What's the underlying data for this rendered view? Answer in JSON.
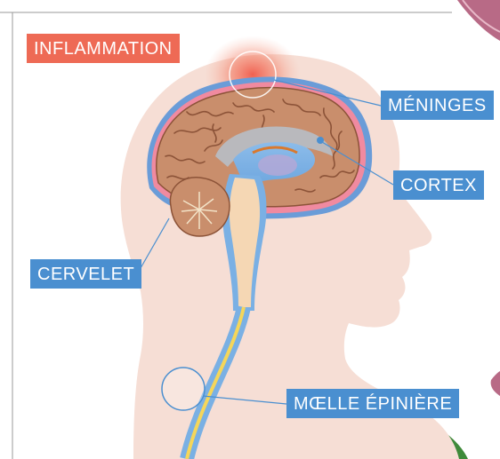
{
  "labels": {
    "inflammation": "INFLAMMATION",
    "meninges": "MÉNINGES",
    "cortex": "CORTEX",
    "cervelet": "CERVELET",
    "moelle": "MŒLLE ÉPINIÈRE"
  },
  "colors": {
    "label_blue": "#4a8fd0",
    "label_inflammation": "#ee6a55",
    "skin": "#f6ded5",
    "brain": "#c98e6c",
    "meninges": "#6a9cd8",
    "csf_blue": "#84b6e6",
    "spinal_yellow": "#f5d65a",
    "leader_line": "#4a8fd0",
    "inflammation_glow": "#f05a4a"
  }
}
